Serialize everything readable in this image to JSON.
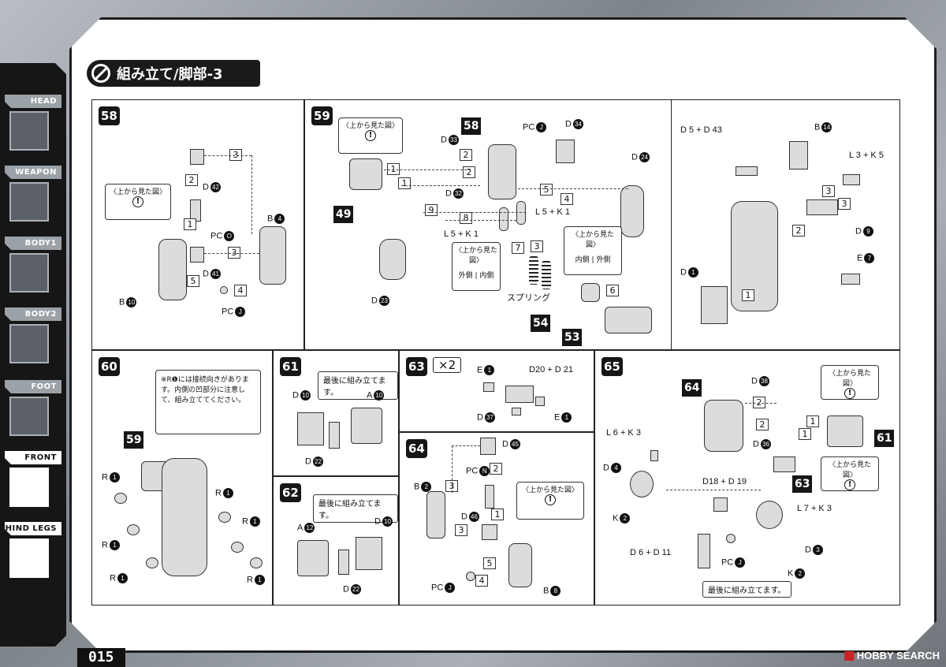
{
  "page": {
    "title": "組み立て/脚部-3",
    "page_number": "015",
    "watermark": "HOBBY SEARCH"
  },
  "sidebar": {
    "tabs": [
      {
        "label": "HEAD",
        "active": false
      },
      {
        "label": "WEAPON",
        "active": false
      },
      {
        "label": "BODY1",
        "active": false
      },
      {
        "label": "BODY2",
        "active": false
      },
      {
        "label": "FOOT",
        "active": false
      },
      {
        "label": "FRONT LEGS",
        "active": true
      },
      {
        "label": "HIND LEGS",
        "active": true
      }
    ]
  },
  "steps": {
    "s58": {
      "number": "58",
      "view_note": "〈上から見た図〉",
      "labels": {
        "d42": "D",
        "pc_o": "PC",
        "b4": "B",
        "d41": "D",
        "b10": "B",
        "pcj": "PC"
      },
      "circ": {
        "d42": "42",
        "pc_o": "O",
        "b4": "4",
        "d41": "41",
        "b10": "10",
        "pcj": "J"
      },
      "sq": [
        "3",
        "2",
        "1",
        "3",
        "5",
        "4"
      ]
    },
    "s59": {
      "number": "59",
      "sub58": "58",
      "view_note": "〈上から見た図〉",
      "view_note2": "〈上から見た図〉",
      "view_note3": "〈上から見た図〉",
      "outer": "外側",
      "inner": "内側",
      "spring": "スプリング",
      "labels": {
        "d33": "D",
        "d32": "D",
        "pcj": "PC",
        "d34": "D",
        "d24": "D",
        "l5k1a": "L",
        "l5k1b": "L",
        "d23": "D",
        "b14": "B",
        "d5d43": "D",
        "l3k5": "L",
        "d9": "D",
        "e7": "E",
        "d1": "D"
      },
      "circ": {
        "d33": "33",
        "d32": "32",
        "pcj": "J",
        "d34": "34",
        "d24": "24",
        "d23": "23",
        "b14": "14",
        "d9": "9",
        "e7": "7",
        "d1": "1"
      },
      "plus": {
        "l5k1a": "5 + K 1",
        "l5k1b": "5 + K 1",
        "d5d43": "5 + D 43",
        "l3k5": "3 + K 5"
      },
      "sq": [
        "2",
        "2",
        "1",
        "1",
        "5",
        "4",
        "9",
        "8",
        "7",
        "3",
        "6",
        "3",
        "3",
        "2",
        "1"
      ],
      "big": [
        "49",
        "54",
        "53"
      ]
    },
    "s60": {
      "number": "60",
      "note": "※R❶には接続向きがあります。内側の凹部分に注意して、組み立ててください。",
      "sub": "59",
      "r_label": "R",
      "r_circ": "1"
    },
    "s61": {
      "number": "61",
      "note": "最後に組み立てます。",
      "labels": {
        "d10": "D",
        "a10": "A",
        "d22": "D"
      },
      "circ": {
        "d10": "10",
        "a10": "10",
        "d22": "22"
      }
    },
    "s62": {
      "number": "62",
      "note": "最後に組み立てます。",
      "labels": {
        "a12": "A",
        "d10": "D",
        "d22": "D"
      },
      "circ": {
        "a12": "12",
        "d10": "10",
        "d22": "22"
      }
    },
    "s63": {
      "number": "63",
      "multiplier": "×2",
      "labels": {
        "e1a": "E",
        "d20d21": "D",
        "d37": "D",
        "e1b": "E"
      },
      "circ": {
        "e1a": "1",
        "d37": "37",
        "e1b": "1"
      },
      "plus": {
        "d20d21": "20 + D 21"
      }
    },
    "s64": {
      "number": "64",
      "view_note": "〈上から見た図〉",
      "labels": {
        "d45": "D",
        "pcn": "PC",
        "b2": "B",
        "d46": "D",
        "pcj": "PC",
        "b8": "B"
      },
      "circ": {
        "d45": "45",
        "pcn": "N",
        "b2": "2",
        "d46": "46",
        "pcj": "J",
        "b8": "8"
      },
      "sq": [
        "3",
        "2",
        "1",
        "3",
        "5",
        "4"
      ]
    },
    "s65": {
      "number": "65",
      "sub64": "64",
      "sub61": "61",
      "sub63": "63",
      "view_note": "〈上から見た図〉",
      "view_note2": "〈上から見た図〉",
      "note": "最後に組み立てます。",
      "labels": {
        "d38": "D",
        "l6k3": "L",
        "d36": "D",
        "d4": "D",
        "d18d19": "D",
        "l7k3": "L",
        "k2a": "K",
        "d3": "D",
        "d6d11": "D",
        "pcj": "PC",
        "k2b": "K"
      },
      "circ": {
        "d38": "38",
        "d36": "36",
        "d4": "4",
        "k2a": "2",
        "d3": "3",
        "pcj": "J",
        "k2b": "2"
      },
      "plus": {
        "l6k3": "6 + K 3",
        "d18d19": "18 + D 19",
        "l7k3": "7 + K 3",
        "d6d11": "6 + D 11"
      },
      "sq": [
        "2",
        "2",
        "1",
        "1"
      ]
    }
  }
}
